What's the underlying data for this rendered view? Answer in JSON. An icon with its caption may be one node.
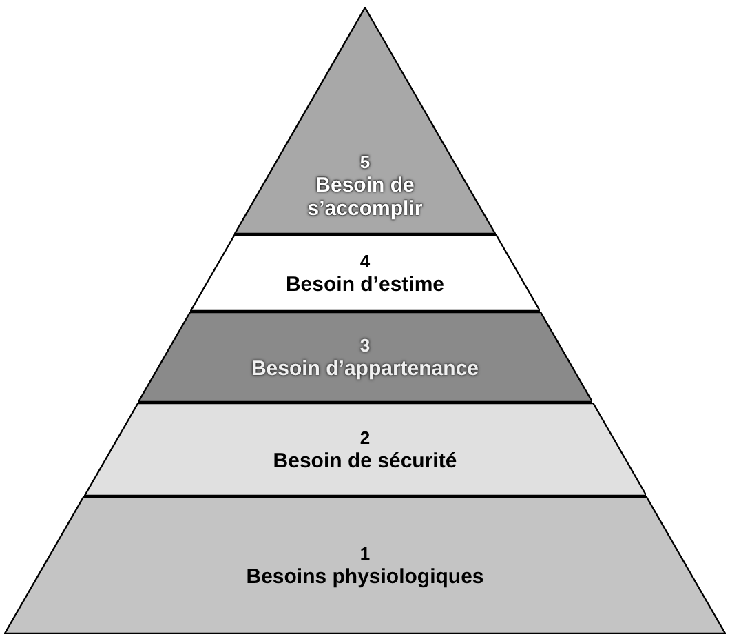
{
  "diagram": {
    "nodes": [
      {
        "text": [
          "5",
          "Besoin de s’accomplir"
        ]
      },
      {
        "text": [
          "4",
          "Besoin d’estime"
        ]
      },
      {
        "text": [
          "3",
          "Besoin d’appartenance"
        ]
      },
      {
        "text": [
          "2",
          "Besoin de sécurité"
        ]
      },
      {
        "text": [
          "1",
          "Besoins physiologiques"
        ]
      }
    ]
  }
}
